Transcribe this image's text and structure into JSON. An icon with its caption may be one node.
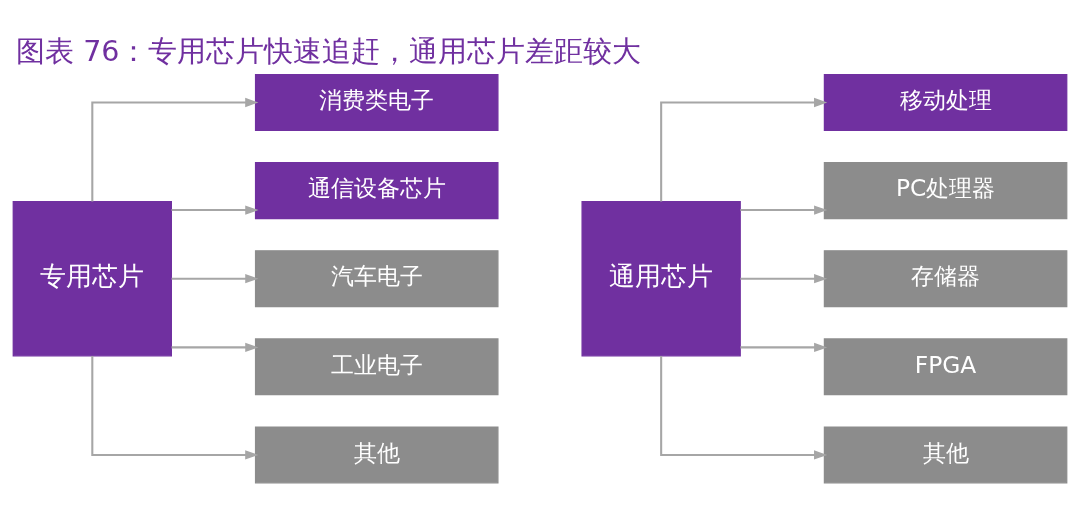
{
  "diagram": {
    "title": "图表 76：专用芯片快速追赶，通用芯片差距较大",
    "nodes": [
      {
        "text": [
          "专用芯片"
        ]
      },
      {
        "text": [
          "消费类电子"
        ]
      },
      {
        "text": [
          "通信设备芯片"
        ]
      },
      {
        "text": [
          "汽车电子"
        ]
      },
      {
        "text": [
          "工业电子"
        ]
      },
      {
        "text": [
          "其他"
        ]
      },
      {
        "text": [
          "通用芯片"
        ]
      },
      {
        "text": [
          "移动处理"
        ]
      },
      {
        "text": [
          "PC处理器"
        ]
      },
      {
        "text": [
          "存储器"
        ]
      },
      {
        "text": [
          "FPGA"
        ]
      },
      {
        "text": [
          "其他"
        ]
      }
    ],
    "edges": [
      {
        "from": 0,
        "to": 1,
        "arrow": "to"
      },
      {
        "from": 0,
        "to": 2,
        "arrow": "to"
      },
      {
        "from": 0,
        "to": 3,
        "arrow": "to"
      },
      {
        "from": 0,
        "to": 4,
        "arrow": "to"
      },
      {
        "from": 0,
        "to": 5,
        "arrow": "to"
      },
      {
        "from": 6,
        "to": 7,
        "arrow": "to"
      },
      {
        "from": 6,
        "to": 8,
        "arrow": "to"
      },
      {
        "from": 6,
        "to": 9,
        "arrow": "to"
      },
      {
        "from": 6,
        "to": 10,
        "arrow": "to"
      },
      {
        "from": 6,
        "to": 11,
        "arrow": "to"
      }
    ]
  }
}
